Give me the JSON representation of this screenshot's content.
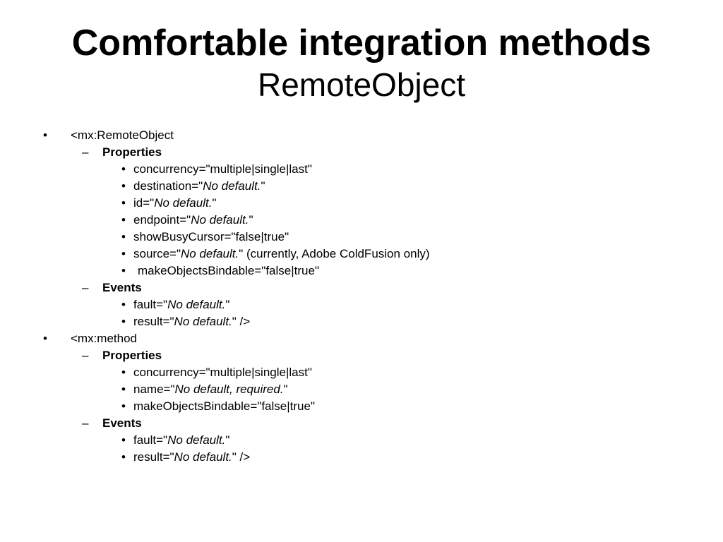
{
  "title": {
    "main": "Comfortable integration methods",
    "sub": "RemoteObject"
  },
  "bullets": {
    "l1": "•",
    "l2": "–",
    "l3": "•"
  },
  "items": [
    {
      "level": 1,
      "text": "<mx:RemoteObject"
    },
    {
      "level": 2,
      "text": "Properties"
    },
    {
      "level": 3,
      "pre": "concurrency=\"multiple|single|last\""
    },
    {
      "level": 3,
      "pre": "destination=\"",
      "em": "No default.",
      "post": "\""
    },
    {
      "level": 3,
      "pre": "id=\"",
      "em": "No default.",
      "post": "\""
    },
    {
      "level": 3,
      "pre": "endpoint=\"",
      "em": "No default.",
      "post": "\""
    },
    {
      "level": 3,
      "pre": "showBusyCursor=\"false|true\""
    },
    {
      "level": 3,
      "pre": "source=\"",
      "em": "No default.",
      "post": "\" (currently, Adobe ColdFusion only)"
    },
    {
      "level": 3,
      "pre": "makeObjectsBindable=\"false|true\"",
      "indent": true
    },
    {
      "level": 2,
      "text": "Events"
    },
    {
      "level": 3,
      "pre": "fault=\"",
      "em": "No default.",
      "post": "\""
    },
    {
      "level": 3,
      "pre": "result=\"",
      "em": "No default.",
      "post": "\" />"
    },
    {
      "level": 1,
      "text": "<mx:method"
    },
    {
      "level": 2,
      "text": "Properties"
    },
    {
      "level": 3,
      "pre": "concurrency=\"multiple|single|last\""
    },
    {
      "level": 3,
      "pre": "name=\"",
      "em": "No default, required.",
      "post": "\""
    },
    {
      "level": 3,
      "pre": "makeObjectsBindable=\"false|true\""
    },
    {
      "level": 2,
      "text": "Events"
    },
    {
      "level": 3,
      "pre": "fault=\"",
      "em": "No default.",
      "post": "\""
    },
    {
      "level": 3,
      "pre": "result=\"",
      "em": "No default.",
      "post": "\" />"
    }
  ]
}
